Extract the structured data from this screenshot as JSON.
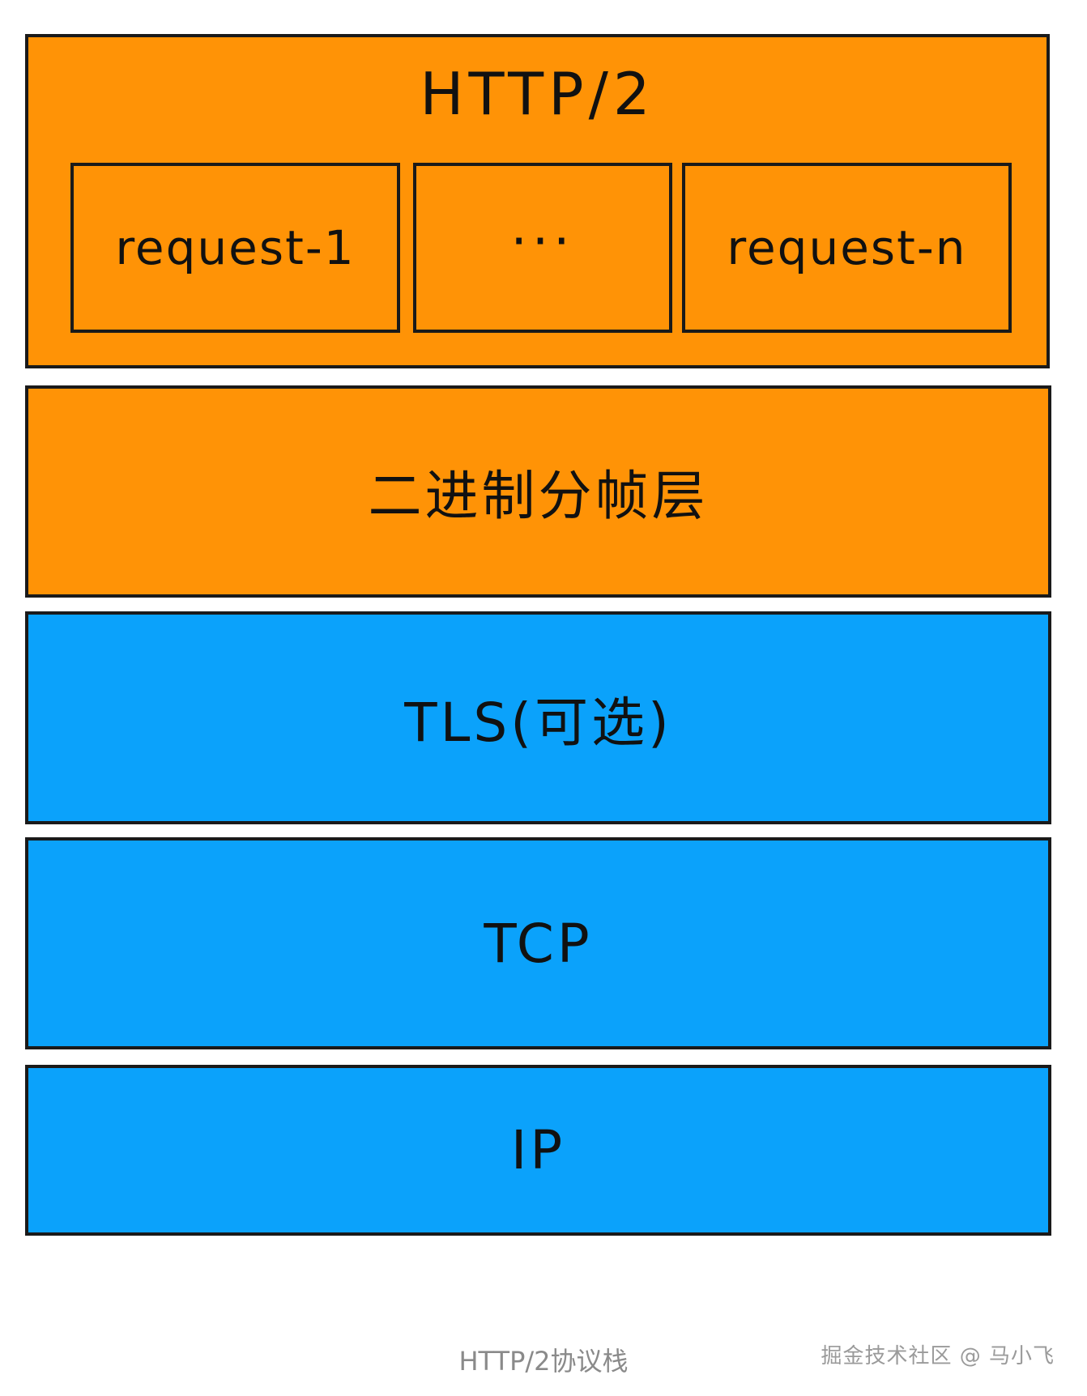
{
  "colors": {
    "application_layers": "#ff9306",
    "transport_layers": "#0ba2fb",
    "border": "#1a1a1a",
    "caption_text": "#8a8a8a"
  },
  "http2": {
    "title": "HTTP/2",
    "requests": [
      "request-1",
      "···",
      "request-n"
    ]
  },
  "layers": {
    "framing": "二进制分帧层",
    "tls": "TLS(可选)",
    "tcp": "TCP",
    "ip": "IP"
  },
  "caption": "HTTP/2协议栈",
  "watermark": "掘金技术社区 @ 马小飞"
}
